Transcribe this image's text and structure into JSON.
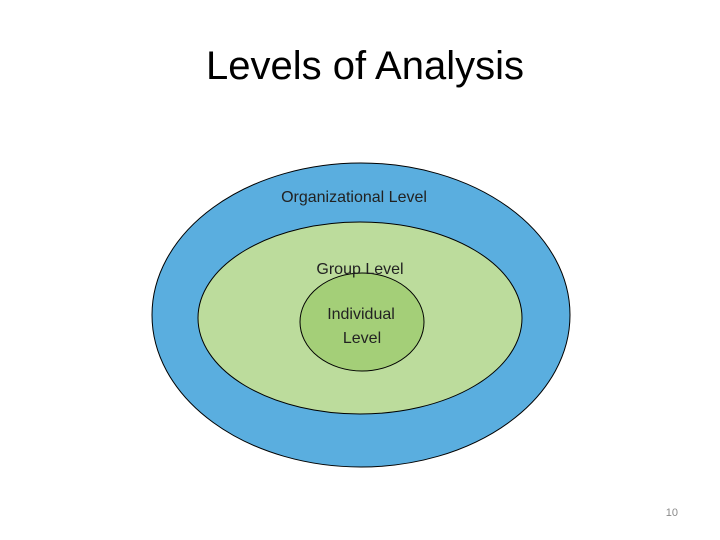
{
  "slide": {
    "title": "Levels of Analysis",
    "page_number": "10"
  },
  "diagram": {
    "levels": [
      {
        "label": "Organizational Level",
        "color": "#5aaedf"
      },
      {
        "label": "Group Level",
        "color": "#bcdc9c"
      },
      {
        "label_lines": [
          "Individual",
          "Level"
        ],
        "color": "#a4cf78"
      }
    ],
    "outline_color": "#000000"
  }
}
